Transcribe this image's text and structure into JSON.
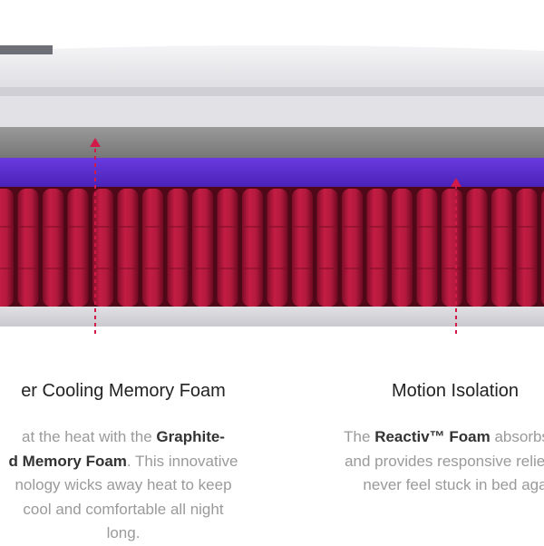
{
  "colors": {
    "cover": "#e9e9ec",
    "graphite_layer": "#8a8a8a",
    "reactiv_layer": "#5e2fd6",
    "coils": "#b3163a",
    "arrow": "#d21a4a",
    "heading_text": "#222222",
    "body_text": "#9a9a9a",
    "emphasis_text": "#333333"
  },
  "left_feature": {
    "title": "er Cooling Memory Foam",
    "desc": [
      {
        "pre": "at the heat with the ",
        "bold": "Graphite-",
        "post": ""
      },
      {
        "pre": "",
        "bold": "d Memory Foam",
        "post": ". This innovative"
      },
      {
        "pre": "nology wicks away heat to keep",
        "bold": "",
        "post": ""
      },
      {
        "pre": "cool and comfortable all night",
        "bold": "",
        "post": ""
      },
      {
        "pre": "long.",
        "bold": "",
        "post": ""
      }
    ]
  },
  "right_feature": {
    "title": "Motion Isolation",
    "desc": [
      {
        "pre": "The ",
        "bold": "Reactiv™ Foam",
        "post": " absorbs m"
      },
      {
        "pre": "and provides responsive relief, s",
        "bold": "",
        "post": ""
      },
      {
        "pre": "never feel stuck in bed aga",
        "bold": "",
        "post": ""
      }
    ]
  }
}
